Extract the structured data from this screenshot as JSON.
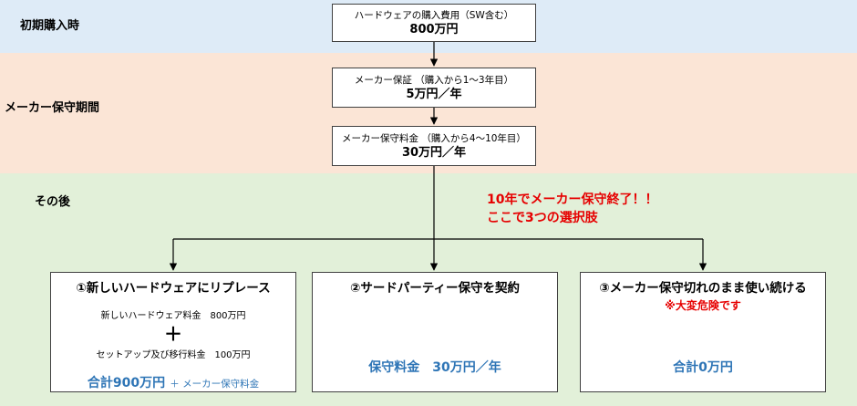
{
  "bands": {
    "initial": "初期購入時",
    "maintenance": "メーカー保守期間",
    "after": "その後"
  },
  "boxes": {
    "purchase": {
      "line1": "ハードウェアの購入費用（SW含む）",
      "line2": "800万円"
    },
    "warranty": {
      "line1": "メーカー保証 （購入から1～3年目）",
      "line2": "5万円／年"
    },
    "maint_fee": {
      "line1": "メーカー保守料金 （購入から4～10年目）",
      "line2": "30万円／年"
    }
  },
  "warning": {
    "line1": "10年でメーカー保守終了！！",
    "line2": "ここで3つの選択肢"
  },
  "options": [
    {
      "title": "①新しいハードウェアにリプレース",
      "line1": "新しいハードウェア料金　800万円",
      "plus": "＋",
      "line2": "セットアップ及び移行料金　100万円",
      "total": "合計900万円",
      "total_suffix": "＋ メーカー保守料金"
    },
    {
      "title": "②サードパーティー保守を契約",
      "total": "保守料金　30万円／年"
    },
    {
      "title": "③メーカー保守切れのまま使い続ける",
      "note": "※大変危険です",
      "total": "合計0万円"
    }
  ],
  "colors": {
    "band_initial": "#deebf7",
    "band_maintenance": "#fbe5d6",
    "band_after": "#e2f0d9",
    "warning": "#e60000",
    "total": "#2e75b6"
  }
}
